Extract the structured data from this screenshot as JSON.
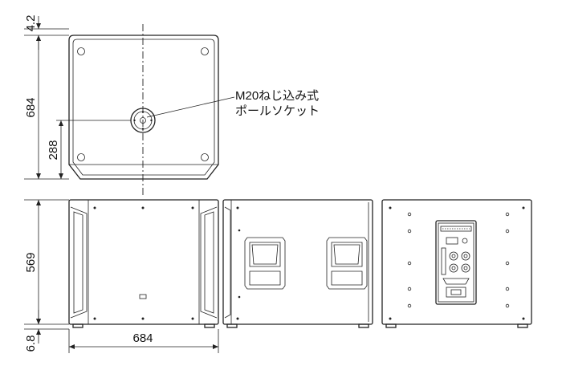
{
  "dimensions": {
    "top_gap": "4.2",
    "top_depth": "684",
    "socket_offset": "288",
    "height": "569",
    "foot_height": "6.8",
    "width": "684"
  },
  "annotation": {
    "line1": "M20ねじ込み式",
    "line2": "ポールソケット"
  },
  "colors": {
    "line": "#222222",
    "background": "#ffffff"
  }
}
